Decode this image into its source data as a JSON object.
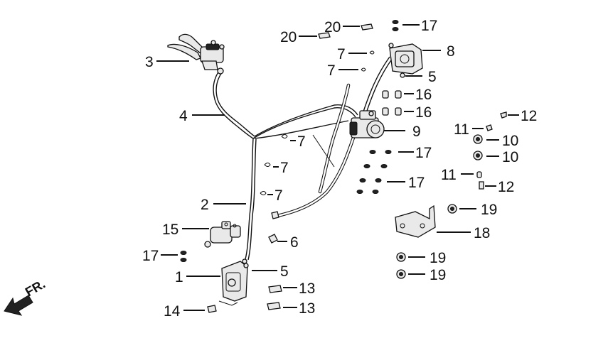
{
  "labels": {
    "l1": "1",
    "l2": "2",
    "l3": "3",
    "l4": "4",
    "l5a": "5",
    "l5b": "5",
    "l6": "6",
    "l7a": "7",
    "l7b": "7",
    "l7c": "7",
    "l7d": "7",
    "l7e": "7",
    "l8": "8",
    "l9": "9",
    "l10a": "10",
    "l10b": "10",
    "l11a": "11",
    "l11b": "11",
    "l12a": "12",
    "l12b": "12",
    "l13a": "13",
    "l13b": "13",
    "l14": "14",
    "l15": "15",
    "l16a": "16",
    "l16b": "16",
    "l17a": "17",
    "l17b": "17",
    "l17c": "17",
    "l17d": "17",
    "l18": "18",
    "l19a": "19",
    "l19b": "19",
    "l19c": "19",
    "l20a": "20",
    "l20b": "20"
  },
  "direction": {
    "text": "FR.",
    "icon": "arrow-left-down-icon"
  }
}
